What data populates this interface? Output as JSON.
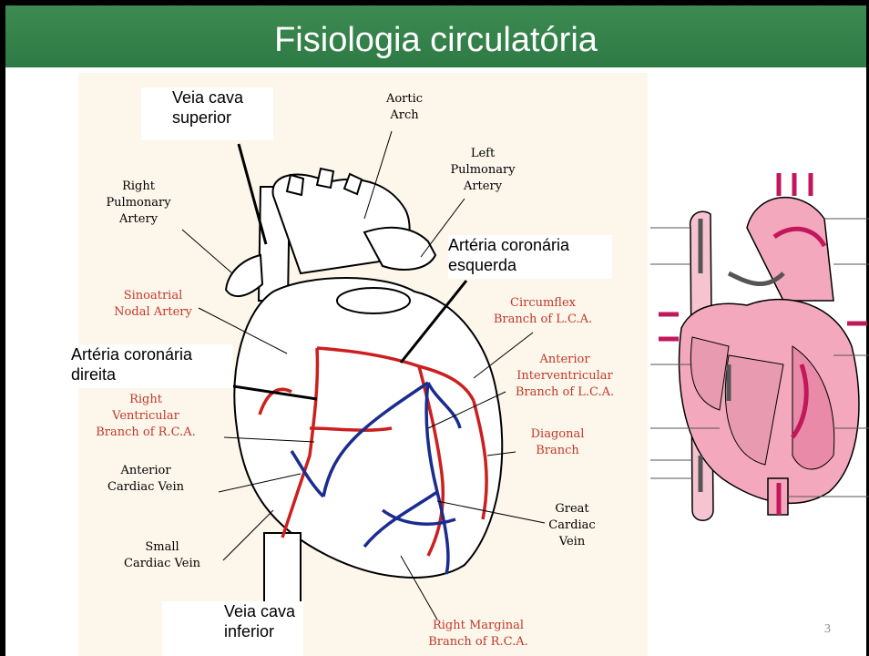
{
  "slide": {
    "title": "Fisiologia circulatória",
    "page_number": "3"
  },
  "overlay": {
    "veia_cava_superior_1": "Veia cava",
    "veia_cava_superior_2": "superior",
    "coronaria_esquerda_1": "Artéria coronária",
    "coronaria_esquerda_2": "esquerda",
    "coronaria_direita_1": "Artéria coronária",
    "coronaria_direita_2": "direita",
    "veia_cava_inferior_1": "Veia cava",
    "veia_cava_inferior_2": "inferior"
  },
  "labels": {
    "aortic_arch_1": "Aortic",
    "aortic_arch_2": "Arch",
    "left_pulm_1": "Left",
    "left_pulm_2": "Pulmonary",
    "left_pulm_3": "Artery",
    "right_pulm_1": "Right",
    "right_pulm_2": "Pulmonary",
    "right_pulm_3": "Artery",
    "sinoatrial_1": "Sinoatrial",
    "sinoatrial_2": "Nodal Artery",
    "circumflex_1": "Circumflex",
    "circumflex_2": "Branch of L.C.A.",
    "ant_inter_1": "Anterior",
    "ant_inter_2": "Interventricular",
    "ant_inter_3": "Branch of L.C.A.",
    "right_vent_1": "Right",
    "right_vent_2": "Ventricular",
    "right_vent_3": "Branch of R.C.A.",
    "diagonal_1": "Diagonal",
    "diagonal_2": "Branch",
    "ant_cardiac_1": "Anterior",
    "ant_cardiac_2": "Cardiac Vein",
    "great_cardiac_1": "Great",
    "great_cardiac_2": "Cardiac",
    "great_cardiac_3": "Vein",
    "small_cardiac_1": "Small",
    "small_cardiac_2": "Cardiac Vein",
    "right_marginal_1": "Right Marginal",
    "right_marginal_2": "Branch of R.C.A."
  },
  "colors": {
    "title_bar": "#2e7a44",
    "artery": "#cc1f1f",
    "vein": "#1b2c8f",
    "flow_pink": "#c2185b"
  }
}
